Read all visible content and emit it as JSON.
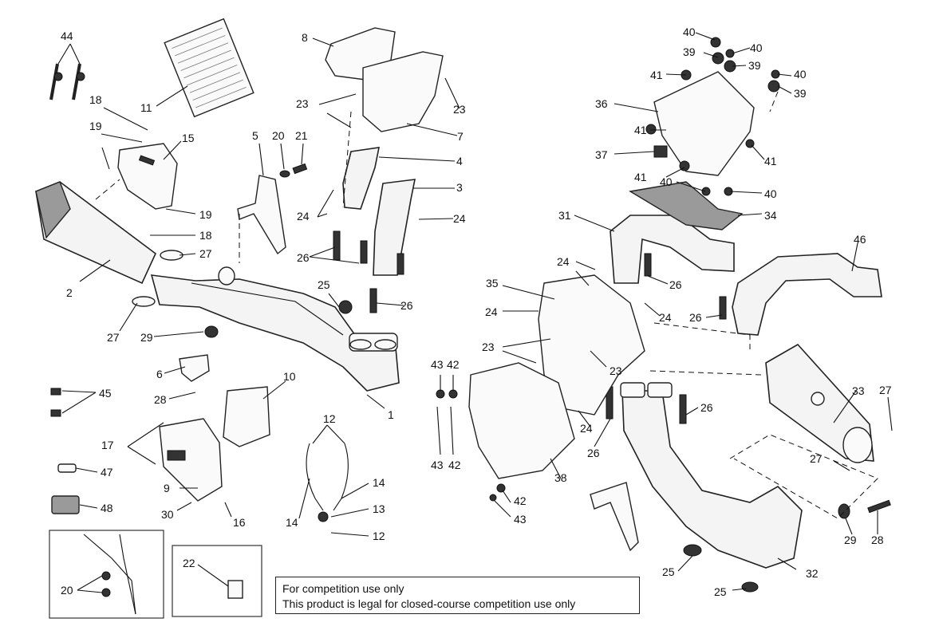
{
  "notice": {
    "line1": "For competition use only",
    "line2": "This product is legal for closed-course competition use only"
  },
  "callouts": [
    "1",
    "2",
    "3",
    "4",
    "5",
    "6",
    "7",
    "8",
    "9",
    "10",
    "11",
    "12",
    "13",
    "14",
    "15",
    "16",
    "17",
    "18",
    "19",
    "20",
    "21",
    "22",
    "23",
    "24",
    "25",
    "26",
    "27",
    "28",
    "29",
    "30",
    "31",
    "32",
    "33",
    "34",
    "35",
    "36",
    "37",
    "38",
    "39",
    "40",
    "41",
    "42",
    "43",
    "44",
    "45",
    "46",
    "47",
    "48"
  ]
}
